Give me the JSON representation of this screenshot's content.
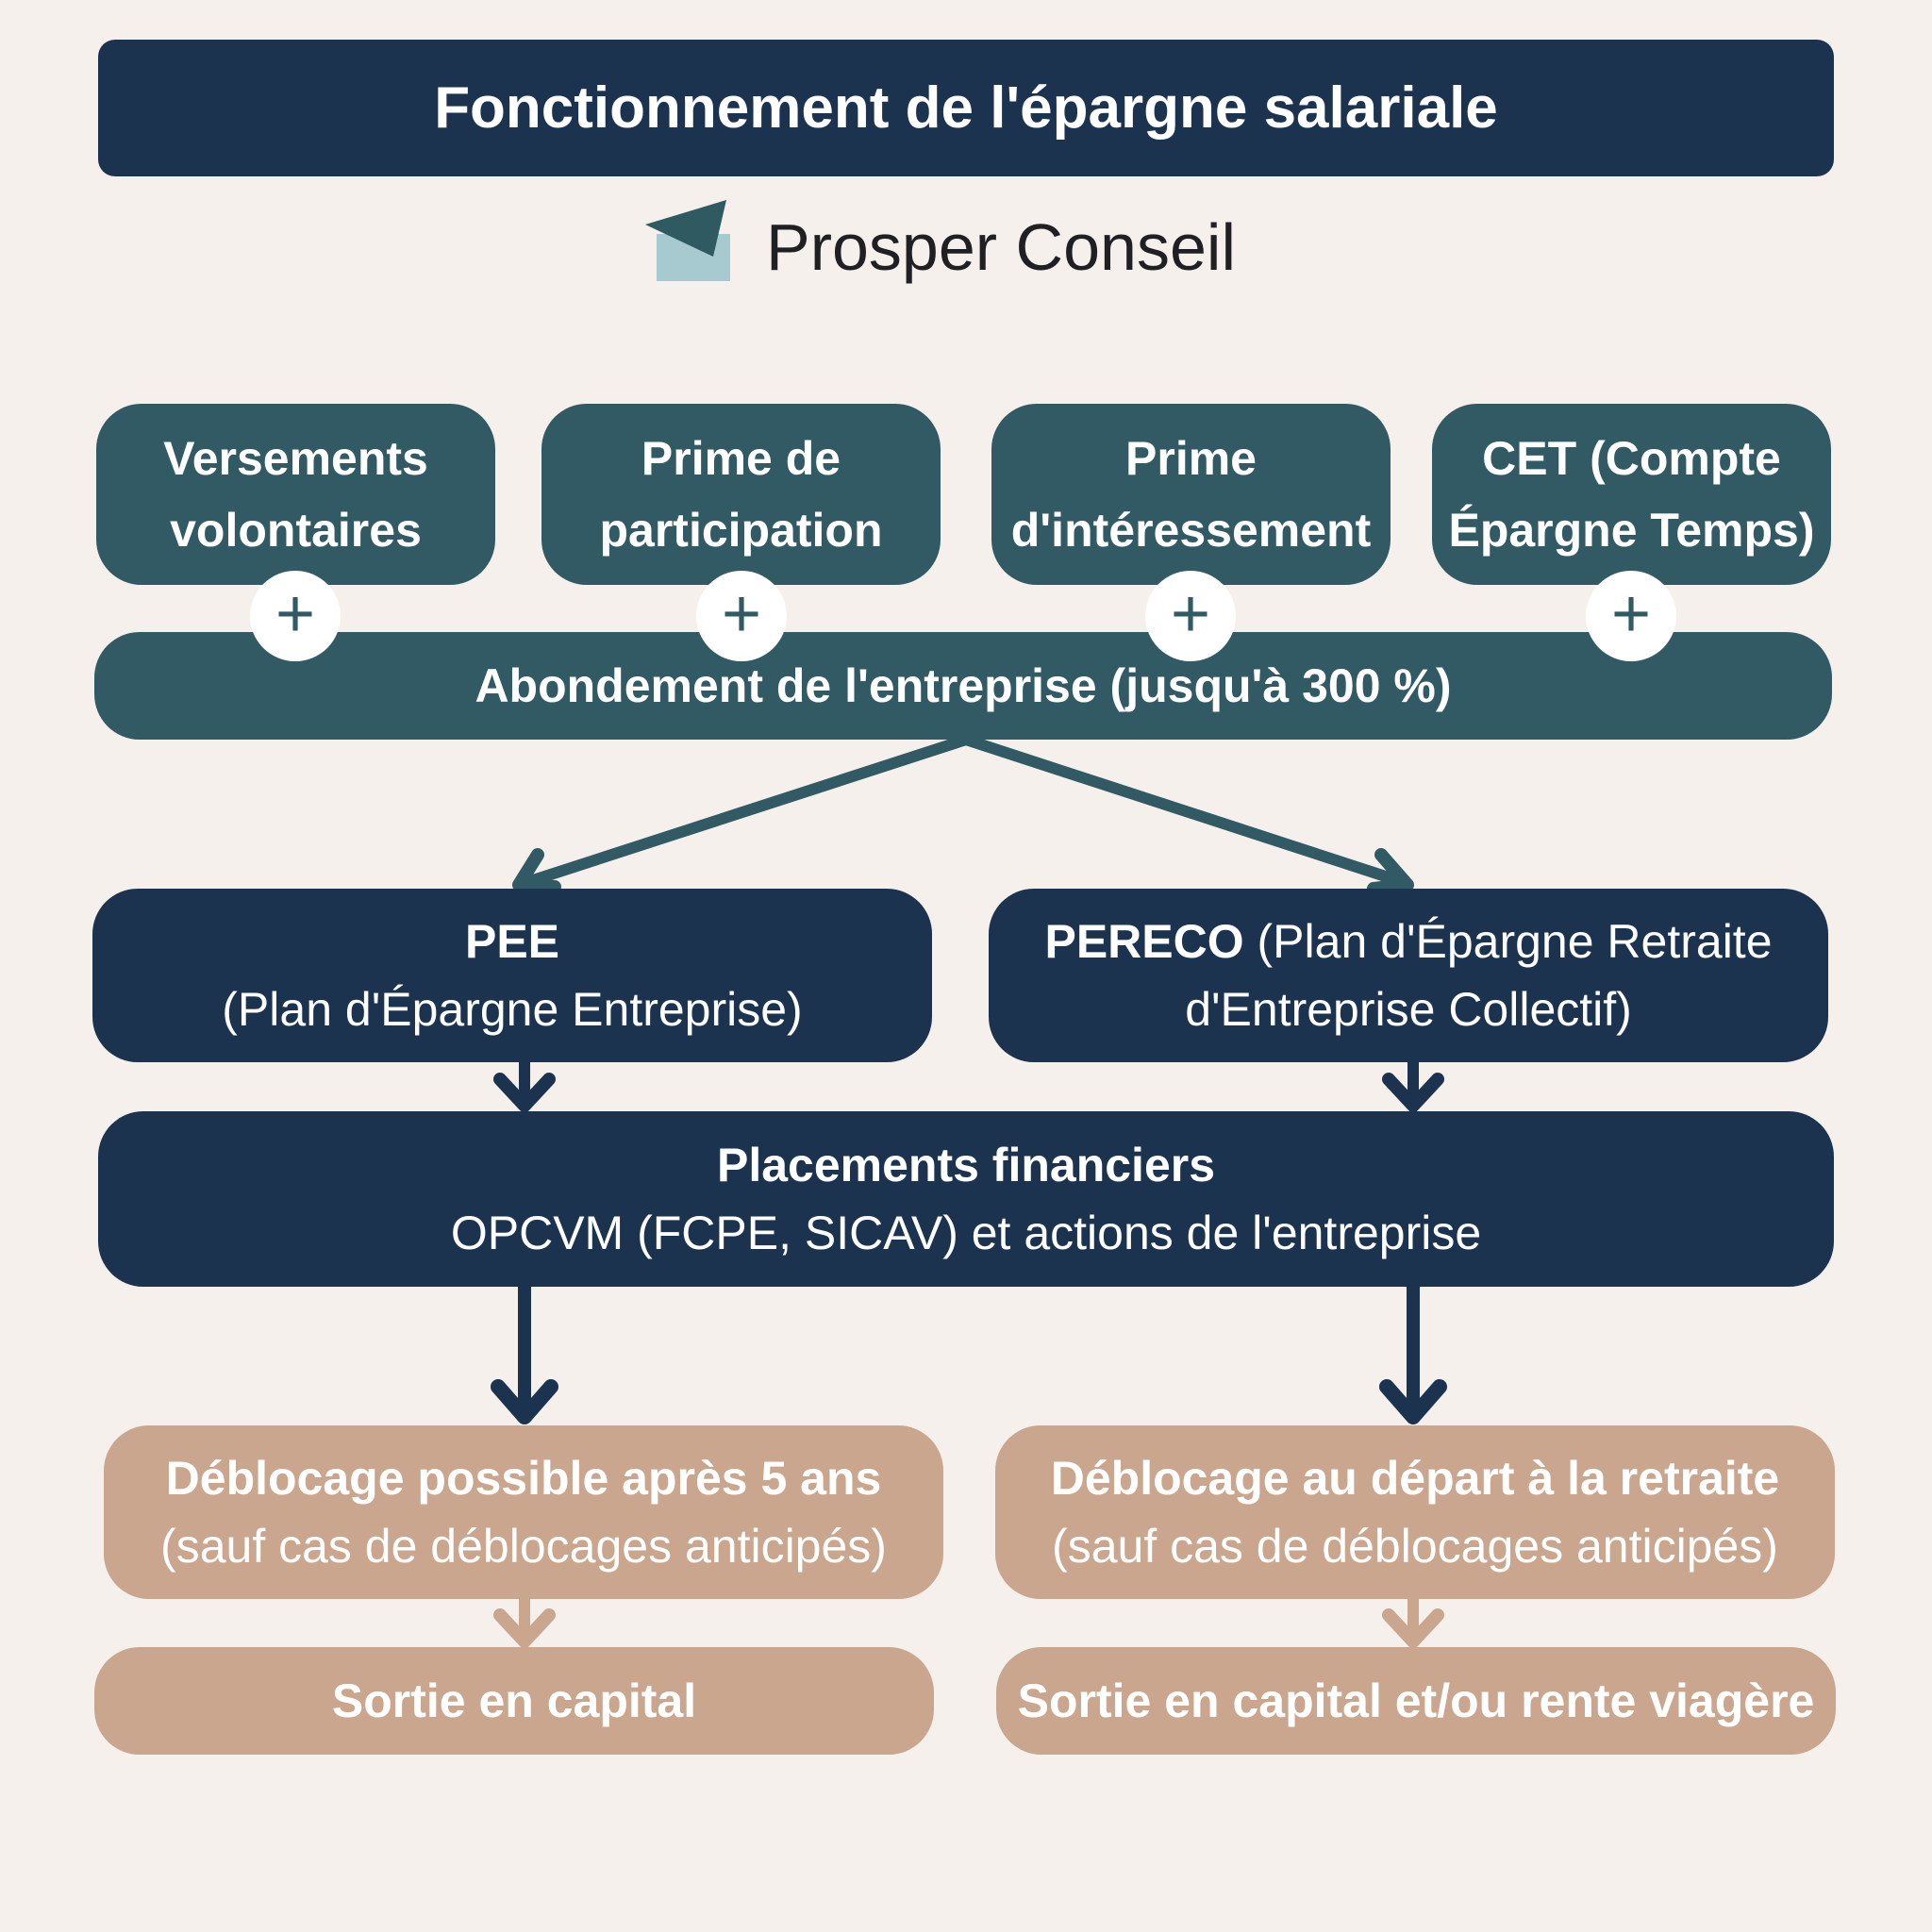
{
  "header": {
    "title": "Fonctionnement de l'épargne salariale"
  },
  "brand": {
    "name": "Prosper Conseil",
    "icon": "mortarboard-envelope-logo"
  },
  "sources": [
    {
      "line1": "Versements",
      "line2": "volontaires"
    },
    {
      "line1": "Prime de",
      "line2": "participation"
    },
    {
      "line1": "Prime",
      "line2": "d'intéressement"
    },
    {
      "line1": "CET (Compte",
      "line2": "Épargne Temps)"
    }
  ],
  "plus_symbol": "+",
  "abondement": "Abondement de l'entreprise (jusqu'à 300 %)",
  "plans": {
    "pee": {
      "acronym": "PEE",
      "full": "(Plan d'Épargne Entreprise)"
    },
    "pereco": {
      "acronym": "PERECO",
      "full_part1": " (Plan d'Épargne Retraite",
      "full_part2": "d'Entreprise Collectif)"
    }
  },
  "placements": {
    "title": "Placements financiers",
    "detail": "OPCVM (FCPE, SICAV) et actions de l'entreprise"
  },
  "deblocage": [
    {
      "title": "Déblocage possible après 5 ans",
      "note": "(sauf cas de déblocages anticipés)"
    },
    {
      "title": "Déblocage au départ à la retraite",
      "note": "(sauf cas de déblocages anticipés)"
    }
  ],
  "sorties": [
    "Sortie en capital",
    "Sortie en capital et/ou rente viagère"
  ],
  "colors": {
    "background": "#f5f0ec",
    "navy": "#1c3350",
    "teal": "#325a64",
    "tan": "#c9a68d",
    "logo_light": "#a7cad1"
  }
}
